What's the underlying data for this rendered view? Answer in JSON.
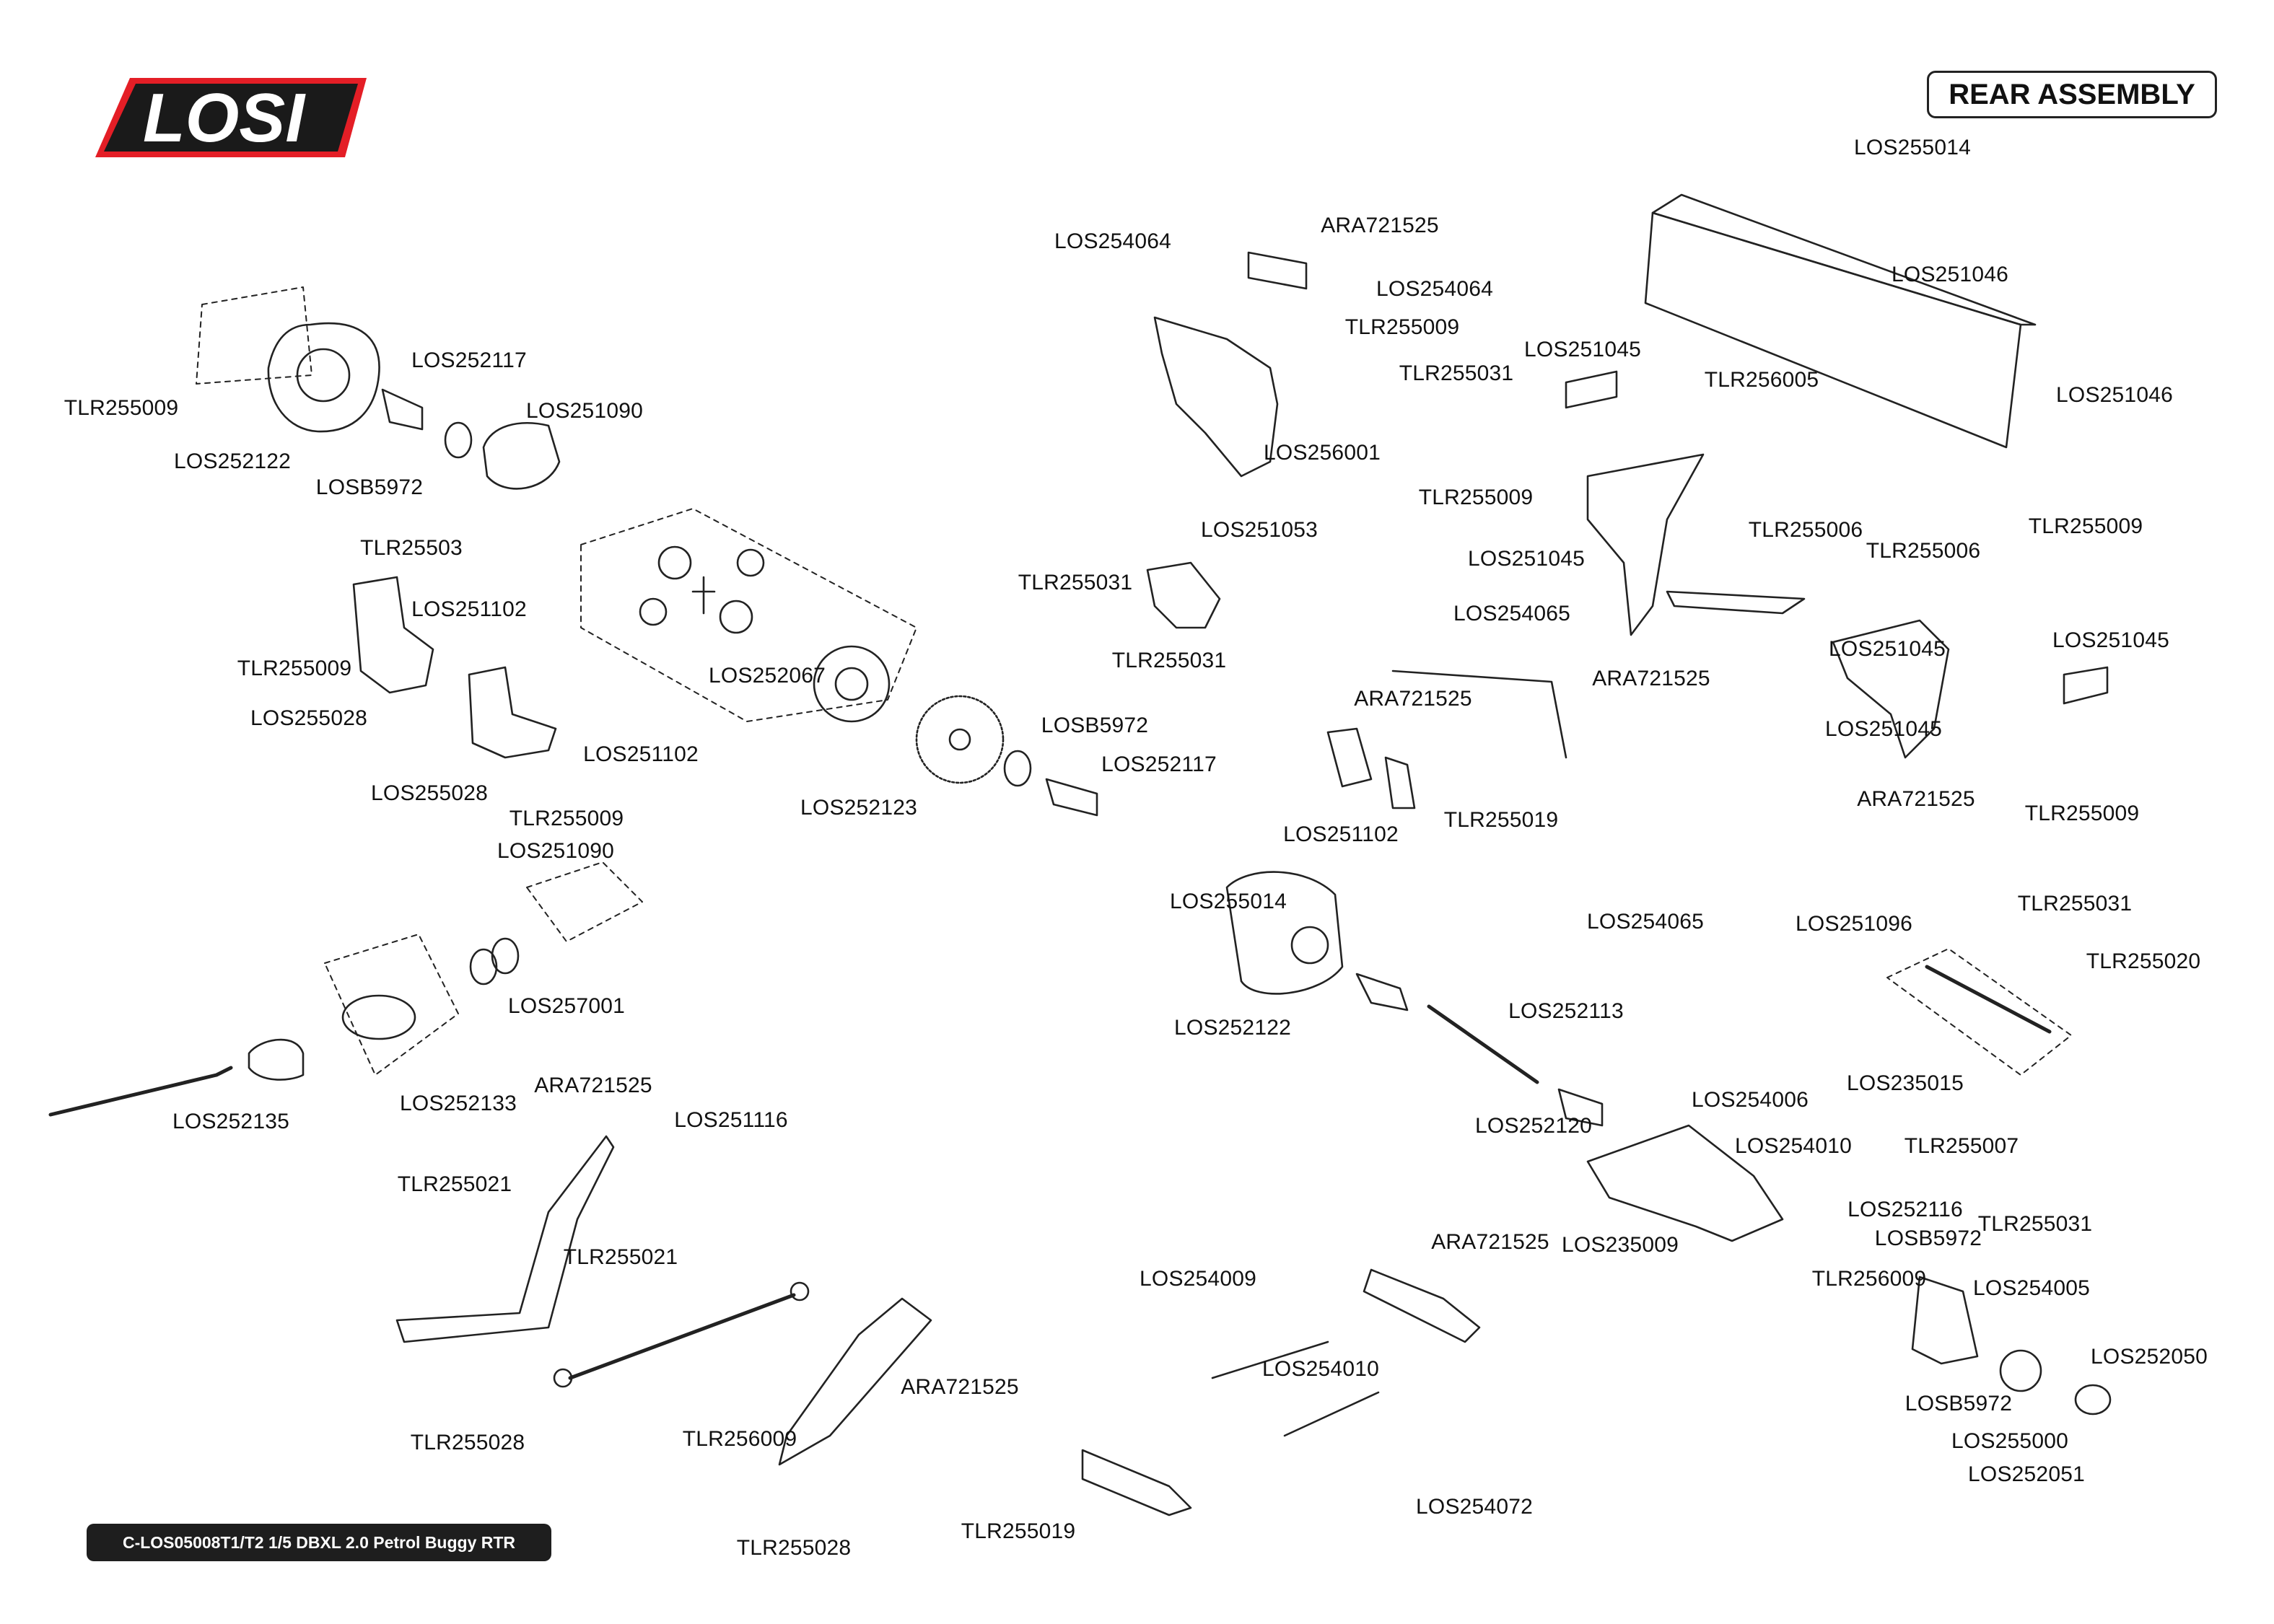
{
  "brand": {
    "logo_text": "LOSI",
    "logo_colors": {
      "outer": "#e41e26",
      "mid": "#1a1a1a",
      "inner": "#ffffff"
    }
  },
  "header": {
    "title": "REAR ASSEMBLY"
  },
  "footer": {
    "text": "C-LOS05008T1/T2 1/5 DBXL 2.0 Petrol Buggy RTR"
  },
  "callouts": [
    "TLR255009",
    "LOS252117",
    "LOS251090",
    "LOS252122",
    "LOSB5972",
    "TLR25503",
    "LOS251102",
    "TLR255009",
    "LOS255028",
    "LOS251102",
    "LOS255028",
    "TLR255009",
    "LOS252067",
    "LOS251090",
    "LOS257001",
    "LOS252133",
    "LOS252135",
    "ARA721525",
    "LOS251116",
    "TLR255021",
    "TLR255021",
    "TLR255028",
    "TLR256009",
    "ARA721525",
    "TLR255028",
    "LOS254064",
    "ARA721525",
    "LOS254064",
    "TLR255009",
    "TLR255031",
    "LOS256001",
    "LOS251053",
    "TLR255031",
    "TLR255031",
    "LOSB5972",
    "LOS252117",
    "LOS252123",
    "LOS255014",
    "LOS252122",
    "LOS254065",
    "ARA721525",
    "LOS251102",
    "TLR255019",
    "LOS254065",
    "LOS252113",
    "LOS252120",
    "LOS254009",
    "ARA721525",
    "LOS254010",
    "LOS254072",
    "TLR255019",
    "LOS255014",
    "LOS251046",
    "LOS251045",
    "TLR256005",
    "LOS251046",
    "TLR255009",
    "LOS251045",
    "TLR255006",
    "TLR255006",
    "TLR255009",
    "ARA721525",
    "LOS251045",
    "LOS251045",
    "LOS251045",
    "ARA721525",
    "TLR255009",
    "LOS251096",
    "TLR255031",
    "TLR255020",
    "LOS235015",
    "LOS254006",
    "LOS254010",
    "TLR255007",
    "LOS235009",
    "LOS252116",
    "TLR255031",
    "LOSB5972",
    "TLR256009",
    "LOS254005",
    "LOS252050",
    "LOSB5972",
    "LOS255000",
    "LOS252051"
  ]
}
